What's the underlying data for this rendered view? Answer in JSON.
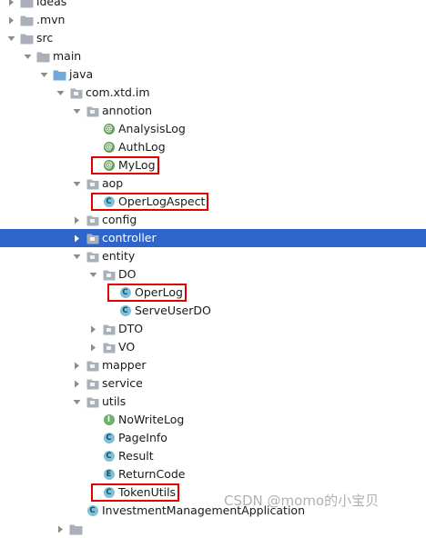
{
  "tree": {
    "rows": [
      {
        "label": "ideas",
        "indent": 1,
        "arrow": "right",
        "icon": "folder"
      },
      {
        "label": ".mvn",
        "indent": 1,
        "arrow": "right",
        "icon": "folder"
      },
      {
        "label": "src",
        "indent": 1,
        "arrow": "down",
        "icon": "folder"
      },
      {
        "label": "main",
        "indent": 2,
        "arrow": "down",
        "icon": "folder"
      },
      {
        "label": "java",
        "indent": 3,
        "arrow": "down",
        "icon": "source-folder"
      },
      {
        "label": "com.xtd.im",
        "indent": 4,
        "arrow": "down",
        "icon": "package"
      },
      {
        "label": "annotion",
        "indent": 5,
        "arrow": "down",
        "icon": "package"
      },
      {
        "label": "AnalysisLog",
        "indent": 6,
        "arrow": "none",
        "icon": "annotation"
      },
      {
        "label": "AuthLog",
        "indent": 6,
        "arrow": "none",
        "icon": "annotation"
      },
      {
        "label": "MyLog",
        "indent": 6,
        "arrow": "none",
        "icon": "annotation",
        "highlight": true
      },
      {
        "label": "aop",
        "indent": 5,
        "arrow": "down",
        "icon": "package"
      },
      {
        "label": "OperLogAspect",
        "indent": 6,
        "arrow": "none",
        "icon": "class",
        "highlight": true
      },
      {
        "label": "config",
        "indent": 5,
        "arrow": "right",
        "icon": "package"
      },
      {
        "label": "controller",
        "indent": 5,
        "arrow": "right",
        "icon": "package",
        "selected": true
      },
      {
        "label": "entity",
        "indent": 5,
        "arrow": "down",
        "icon": "package"
      },
      {
        "label": "DO",
        "indent": 6,
        "arrow": "down",
        "icon": "package"
      },
      {
        "label": "OperLog",
        "indent": 7,
        "arrow": "none",
        "icon": "class",
        "highlight": true
      },
      {
        "label": "ServeUserDO",
        "indent": 7,
        "arrow": "none",
        "icon": "class"
      },
      {
        "label": "DTO",
        "indent": 6,
        "arrow": "right",
        "icon": "package"
      },
      {
        "label": "VO",
        "indent": 6,
        "arrow": "right",
        "icon": "package"
      },
      {
        "label": "mapper",
        "indent": 5,
        "arrow": "right",
        "icon": "package"
      },
      {
        "label": "service",
        "indent": 5,
        "arrow": "right",
        "icon": "package"
      },
      {
        "label": "utils",
        "indent": 5,
        "arrow": "down",
        "icon": "package"
      },
      {
        "label": "NoWriteLog",
        "indent": 6,
        "arrow": "none",
        "icon": "interface"
      },
      {
        "label": "PageInfo",
        "indent": 6,
        "arrow": "none",
        "icon": "class"
      },
      {
        "label": "Result",
        "indent": 6,
        "arrow": "none",
        "icon": "class"
      },
      {
        "label": "ReturnCode",
        "indent": 6,
        "arrow": "none",
        "icon": "enum"
      },
      {
        "label": "TokenUtils",
        "indent": 6,
        "arrow": "none",
        "icon": "class",
        "highlight": true
      },
      {
        "label": "InvestmentManagementApplication",
        "indent": 5,
        "arrow": "none",
        "icon": "spring-class"
      },
      {
        "label": "",
        "indent": 4,
        "arrow": "right",
        "icon": "folder"
      }
    ]
  },
  "badges": {
    "annotation": "@",
    "class": "C",
    "interface": "I",
    "enum": "E"
  },
  "colors": {
    "selection": "#2f65ca",
    "highlight_box": "#e10000",
    "folder": "#a9b0b9",
    "arrow": "#8c8c8c"
  },
  "watermark": "CSDN @momo的小宝贝"
}
